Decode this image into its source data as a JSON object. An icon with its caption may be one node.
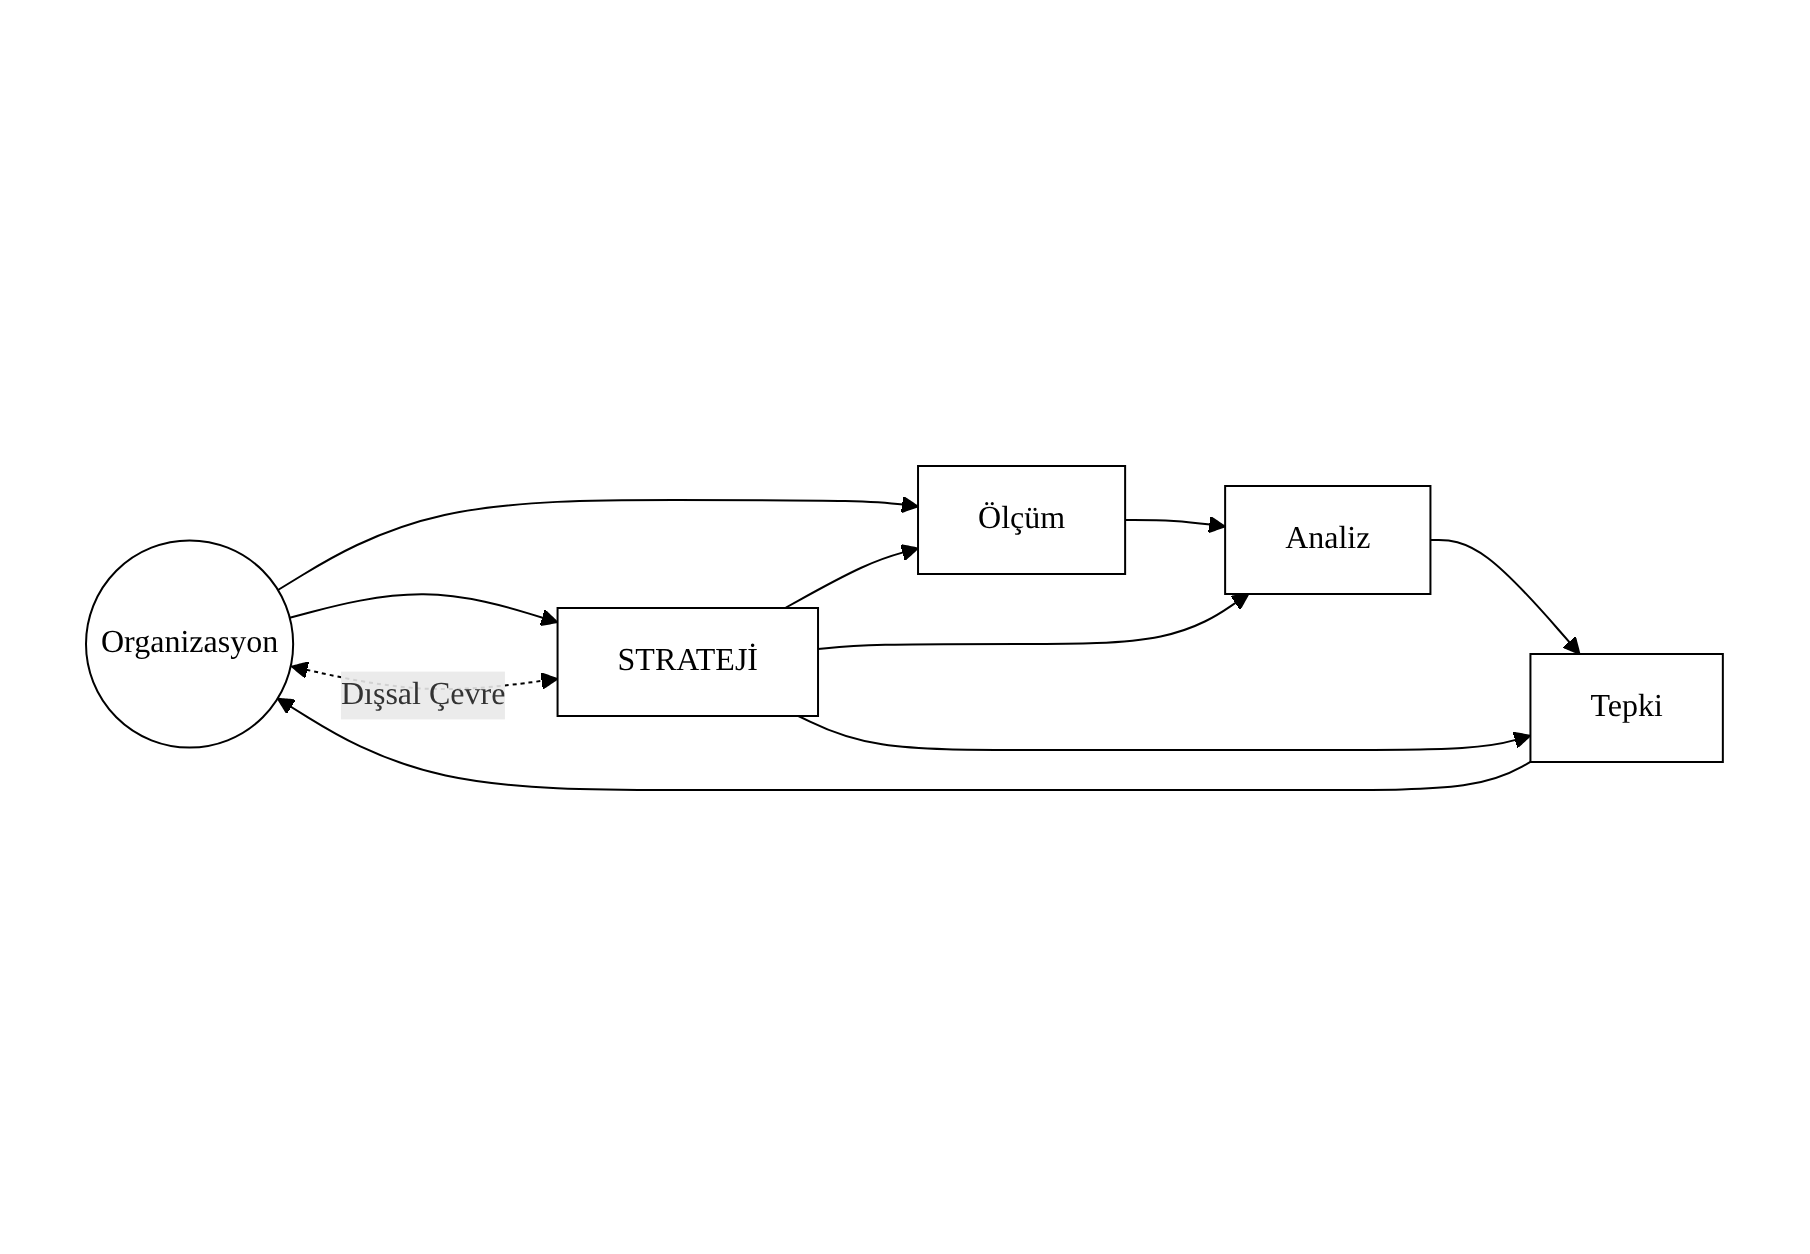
{
  "diagram": {
    "nodes": [
      {
        "text": [
          "Organizasyon"
        ]
      },
      {
        "text": [
          "Ölçüm"
        ]
      },
      {
        "text": [
          "Analiz"
        ]
      },
      {
        "text": [
          "Tepki"
        ]
      },
      {
        "text": [
          "STRATEJİ"
        ]
      }
    ],
    "edges": [
      {
        "from": 0,
        "to": 4,
        "arrow": "to"
      },
      {
        "from": 0,
        "to": 1,
        "arrow": "to"
      },
      {
        "from": 1,
        "to": 2,
        "arrow": "to"
      },
      {
        "from": 2,
        "to": 3,
        "arrow": "to"
      },
      {
        "from": 3,
        "to": 0,
        "arrow": "to"
      },
      {
        "from": 4,
        "to": 1,
        "arrow": "to"
      },
      {
        "from": 4,
        "to": 2,
        "arrow": "to"
      },
      {
        "from": 4,
        "to": 3,
        "arrow": "to"
      },
      {
        "from": 0,
        "to": 4,
        "arrow": "both",
        "style": "dashed",
        "label": "Dışsal Çevre"
      }
    ]
  }
}
